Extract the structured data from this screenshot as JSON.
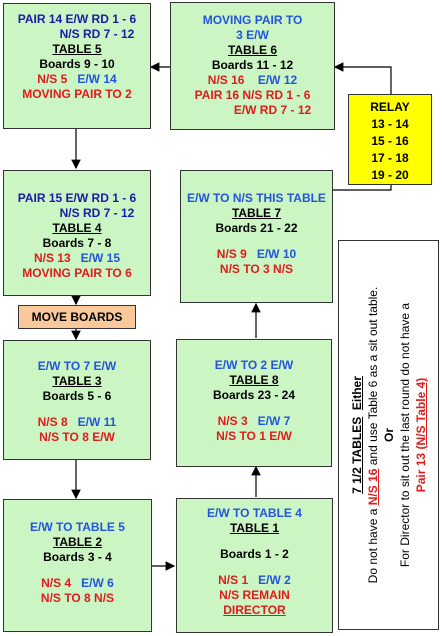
{
  "table5": {
    "l1": "PAIR 14 E/W RD 1 - 6",
    "l2": "N/S RD 7 - 12",
    "title": "TABLE 5",
    "boards": "Boards 9  -  10",
    "ns": "N/S  5",
    "ew": "E/W  14",
    "move": "MOVING PAIR TO 2"
  },
  "table6": {
    "l1": "MOVING PAIR TO",
    "l2": "3 E/W",
    "title": "TABLE 6",
    "boards": "Boards 11  -  12",
    "ns": "N/S  16",
    "ew": "E/W  12",
    "l5": "PAIR 16 N/S RD 1 - 6",
    "l6": "E/W RD 7 - 12"
  },
  "relay": {
    "title": "RELAY",
    "rows": [
      "13 - 14",
      "15 - 16",
      "17 - 18",
      "19 - 20"
    ]
  },
  "table4": {
    "l1": "PAIR 15 E/W RD 1 - 6",
    "l2": "N/S RD 7 - 12",
    "title": "TABLE 4",
    "boards": "Boards  7  -  8",
    "ns": "N/S  13",
    "ew": "E/W  15",
    "move": "MOVING PAIR  TO 6"
  },
  "table7": {
    "l1": "E/W TO N/S THIS TABLE",
    "title": "TABLE  7",
    "boards": "Boards 21  -  22",
    "ns": "N/S  9",
    "ew": "E/W  10",
    "move": "N/S TO 3 N/S"
  },
  "move_boards": "MOVE BOARDS",
  "table3": {
    "l1": "E/W TO 7 E/W",
    "title": "TABLE  3",
    "boards": "Boards  5  -  6",
    "ns": "N/S  8",
    "ew": "E/W  11",
    "move": "N/S TO 8 E/W"
  },
  "table8": {
    "l1": "E/W TO 2 E/W",
    "title": "TABLE  8",
    "boards": "Boards 23  -  24",
    "ns": "N/S  3",
    "ew": "E/W  7",
    "move": "N/S TO 1 E/W"
  },
  "table2": {
    "l1": "E/W TO TABLE 5",
    "title": "TABLE  2",
    "boards": "Boards  3  -  4",
    "ns": "N/S  4",
    "ew": "E/W  6",
    "move": "N/S  TO 8 N/S"
  },
  "table1": {
    "l1": "E/W TO TABLE 4",
    "title": "TABLE  1",
    "boards": "Boards  1  -  2",
    "ns": "N/S  1",
    "ew": "E/W  2",
    "move": "N/S REMAIN",
    "director": "DIRECTOR"
  },
  "note": {
    "title": "7 1/2 TABLES",
    "either": "Either",
    "p1a": "Do not have a",
    "p1b": "N/S 16",
    "p1c": "and use Table 6 as a sit out table.",
    "or": "Or",
    "p2a": "For Director to sit out the last round do not have a",
    "p2b": "Pair 13",
    "p2c": "(N/S Table 4)"
  }
}
